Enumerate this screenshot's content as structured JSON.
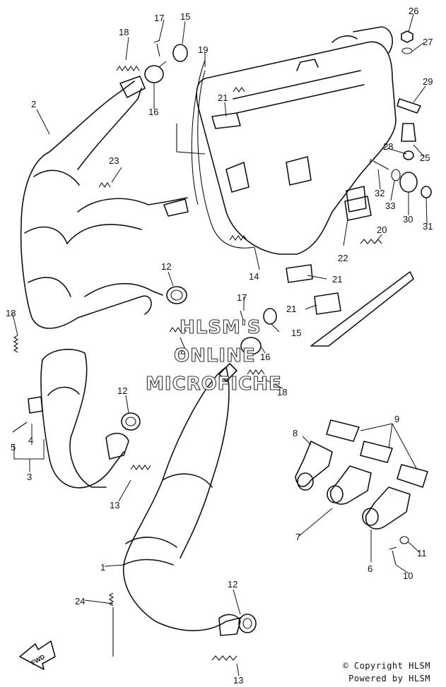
{
  "part_labels": [
    {
      "id": "l1",
      "text": "1"
    },
    {
      "id": "l2",
      "text": "2"
    },
    {
      "id": "l3",
      "text": "3"
    },
    {
      "id": "l4",
      "text": "4"
    },
    {
      "id": "l5",
      "text": "5"
    },
    {
      "id": "l6",
      "text": "6"
    },
    {
      "id": "l7",
      "text": "7"
    },
    {
      "id": "l8",
      "text": "8"
    },
    {
      "id": "l9",
      "text": "9"
    },
    {
      "id": "l10",
      "text": "10"
    },
    {
      "id": "l11",
      "text": "11"
    },
    {
      "id": "l12a",
      "text": "12"
    },
    {
      "id": "l12b",
      "text": "12"
    },
    {
      "id": "l12c",
      "text": "12"
    },
    {
      "id": "l13a",
      "text": "13"
    },
    {
      "id": "l13b",
      "text": "13"
    },
    {
      "id": "l14",
      "text": "14"
    },
    {
      "id": "l15a",
      "text": "15"
    },
    {
      "id": "l15b",
      "text": "15"
    },
    {
      "id": "l16a",
      "text": "16"
    },
    {
      "id": "l16b",
      "text": "16"
    },
    {
      "id": "l17a",
      "text": "17"
    },
    {
      "id": "l17b",
      "text": "17"
    },
    {
      "id": "l18a",
      "text": "18"
    },
    {
      "id": "l18b",
      "text": "18"
    },
    {
      "id": "l18c",
      "text": "18"
    },
    {
      "id": "l18d",
      "text": "18"
    },
    {
      "id": "l19",
      "text": "19"
    },
    {
      "id": "l20",
      "text": "20"
    },
    {
      "id": "l21a",
      "text": "21"
    },
    {
      "id": "l21b",
      "text": "21"
    },
    {
      "id": "l21c",
      "text": "21"
    },
    {
      "id": "l22",
      "text": "22"
    },
    {
      "id": "l23",
      "text": "23"
    },
    {
      "id": "l24",
      "text": "24"
    },
    {
      "id": "l25",
      "text": "25"
    },
    {
      "id": "l26",
      "text": "26"
    },
    {
      "id": "l27",
      "text": "27"
    },
    {
      "id": "l28",
      "text": "28"
    },
    {
      "id": "l29",
      "text": "29"
    },
    {
      "id": "l30",
      "text": "30"
    },
    {
      "id": "l31",
      "text": "31"
    },
    {
      "id": "l32",
      "text": "32"
    },
    {
      "id": "l33",
      "text": "33"
    }
  ],
  "watermark": {
    "line1": "HLSM'S",
    "line2": "ONLINE",
    "line3": "MICROFICHE"
  },
  "fwd_label": "FWD",
  "copyright": {
    "line1": "© Copyright HLSM",
    "line2": "Powered by HLSM"
  }
}
